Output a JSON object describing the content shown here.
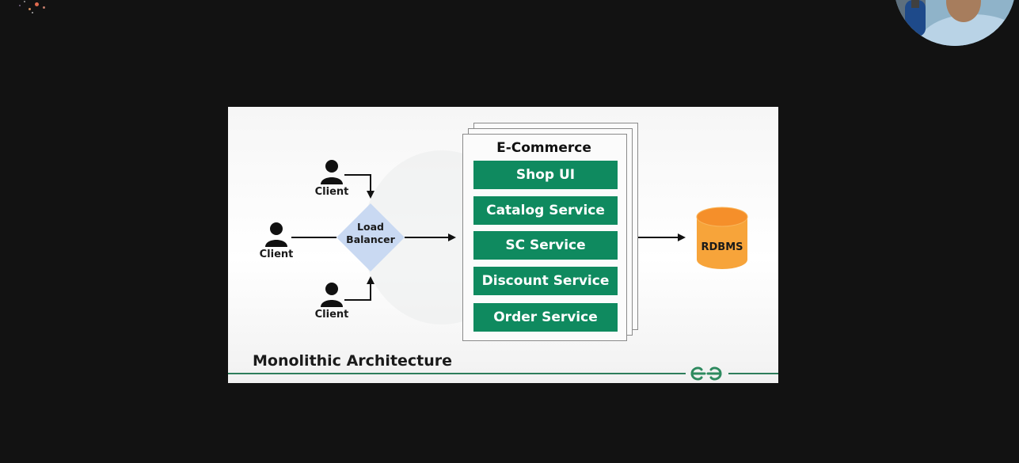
{
  "slide": {
    "title": "Monolithic Architecture",
    "logo": "GeeksforGeeks logo",
    "accent_color": "#0f8a5f"
  },
  "clients": [
    {
      "label": "Client",
      "icon": "user-icon"
    },
    {
      "label": "Client",
      "icon": "user-icon"
    },
    {
      "label": "Client",
      "icon": "user-icon"
    }
  ],
  "load_balancer": {
    "label_line1": "Load",
    "label_line2": "Balancer",
    "color": "#c9d9f2"
  },
  "ecommerce": {
    "title": "E-Commerce",
    "services": [
      "Shop UI",
      "Catalog Service",
      "SC Service",
      "Discount Service",
      "Order Service"
    ]
  },
  "database": {
    "label": "RDBMS",
    "color": "#f7a43a"
  },
  "overlay": {
    "webcam": "presenter webcam"
  }
}
